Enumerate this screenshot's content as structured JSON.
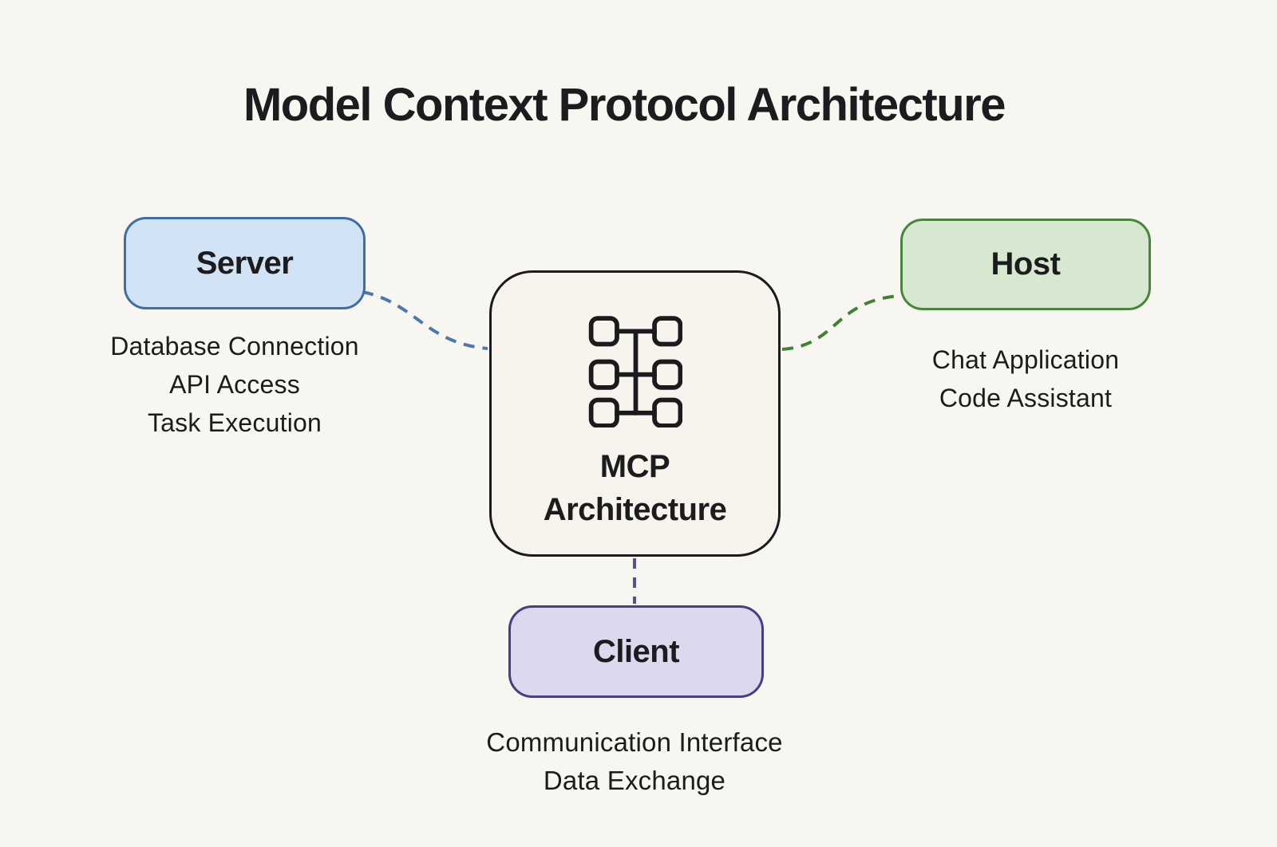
{
  "title": "Model Context Protocol Architecture",
  "colors": {
    "background": "#f8f6f1",
    "text": "#1c1c1e",
    "icon_stroke": "#1b1b1d"
  },
  "nodes": {
    "server": {
      "label": "Server",
      "fill": "#d3e3f6",
      "border": "#3f6ea6",
      "details": [
        "Database Connection",
        "API Access",
        "Task Execution"
      ]
    },
    "host": {
      "label": "Host",
      "fill": "#d6e8cf",
      "border": "#46853b",
      "details": [
        "Chat Application",
        "Code Assistant"
      ]
    },
    "client": {
      "label": "Client",
      "fill": "#dcd9ee",
      "border": "#454080",
      "details": [
        "Communication Interface",
        "Data Exchange"
      ]
    },
    "mcp": {
      "line1": "MCP",
      "line2": "Architecture",
      "fill": "#f7f4ee",
      "border": "#1b1b1d",
      "icon": "network-nodes-icon"
    }
  },
  "connectors": {
    "server_to_mcp": {
      "color": "#4a79ad",
      "style": "dashed"
    },
    "mcp_to_host": {
      "color": "#3f8136",
      "style": "dashed"
    },
    "mcp_to_client": {
      "color": "#55518c",
      "style": "dashed"
    }
  }
}
